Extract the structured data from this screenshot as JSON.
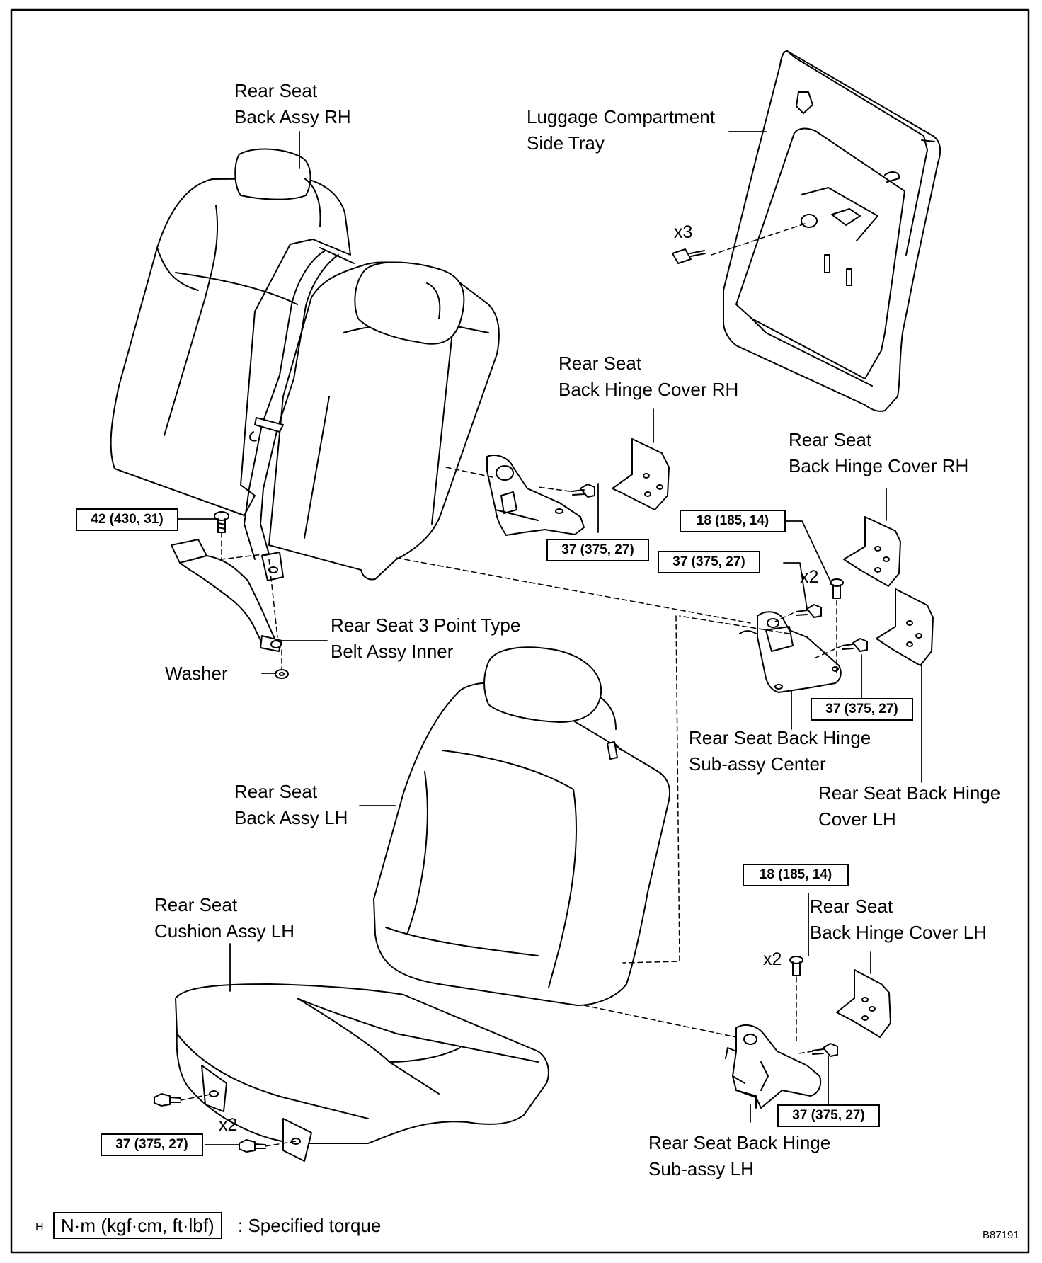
{
  "labels": {
    "back_assy_rh": [
      "Rear Seat",
      "Back Assy RH"
    ],
    "luggage_tray": [
      "Luggage Compartment",
      "Side Tray"
    ],
    "hinge_cover_rh_1": [
      "Rear Seat",
      "Back Hinge Cover RH"
    ],
    "hinge_cover_rh_2": [
      "Rear Seat",
      "Back Hinge Cover RH"
    ],
    "belt_inner": [
      "Rear Seat 3 Point Type",
      "Belt Assy Inner"
    ],
    "washer": "Washer",
    "hinge_center": [
      "Rear Seat Back Hinge",
      "Sub-assy  Center"
    ],
    "hinge_cover_lh_1": [
      "Rear Seat Back Hinge",
      "Cover LH"
    ],
    "back_assy_lh": [
      "Rear Seat",
      "Back Assy LH"
    ],
    "cushion_lh": [
      "Rear Seat",
      "Cushion Assy LH"
    ],
    "hinge_cover_lh_2": [
      "Rear Seat",
      "Back Hinge Cover LH"
    ],
    "hinge_lh": [
      "Rear Seat Back Hinge",
      "Sub-assy  LH"
    ]
  },
  "torques": {
    "belt_bolt": "42 (430, 31)",
    "hinge_rh_bolt": "37 (375, 27)",
    "center_upper_bolt": "18 (185, 14)",
    "center_mid_bolt": "37 (375, 27)",
    "center_lower_bolt": "37 (375, 27)",
    "lh_upper_bolt": "18 (185, 14)",
    "lh_lower_bolt": "37 (375, 27)",
    "cushion_bolt": "37 (375, 27)"
  },
  "quantities": {
    "tray_clips": "x3",
    "center_bolts": "x2",
    "lh_bolts": "x2",
    "cushion_bolts": "x2"
  },
  "legend": {
    "prefix": "H",
    "unit_box": "N·m (kgf·cm, ft·lbf)",
    "description": ": Specified torque"
  },
  "figure_id": "B87191"
}
